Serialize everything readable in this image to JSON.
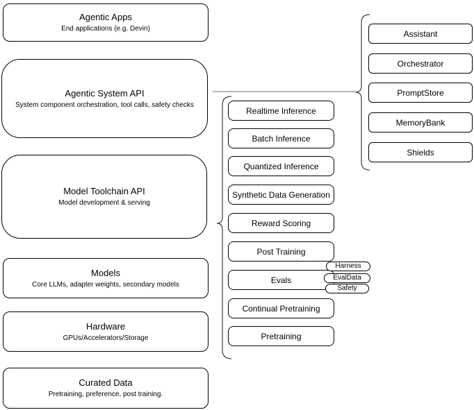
{
  "diagram": {
    "left_stack": [
      {
        "title": "Agentic Apps",
        "subtitle": "End applications (e.g. Devin)"
      },
      {
        "title": "Agentic System API",
        "subtitle": "System component orchestration, tool calls, safety checks"
      },
      {
        "title": "Model Toolchain API",
        "subtitle": "Model development & serving"
      },
      {
        "title": "Models",
        "subtitle": "Core LLMs, adapter weights, secondary models"
      },
      {
        "title": "Hardware",
        "subtitle": "GPUs/Accelerators/Storage"
      },
      {
        "title": "Curated Data",
        "subtitle": "Pretraining, preference, post training."
      }
    ],
    "toolchain_items": [
      "Realtime Inference",
      "Batch Inference",
      "Quantized Inference",
      "Synthetic Data Generation",
      "Reward Scoring",
      "Post Training",
      "Evals",
      "Continual Pretraining",
      "Pretraining"
    ],
    "evals_tags": [
      "Harness",
      "EvalData",
      "Safety"
    ],
    "system_items": [
      "Assistant",
      "Orchestrator",
      "PromptStore",
      "MemoryBank",
      "Shields"
    ],
    "colors": {
      "box_stroke": "#000000",
      "box_fill": "#ffffff",
      "brace_stroke": "#3b3b3b",
      "connector_line": "#8a8a8a",
      "text": "#000000",
      "background": "#ffffff"
    }
  }
}
